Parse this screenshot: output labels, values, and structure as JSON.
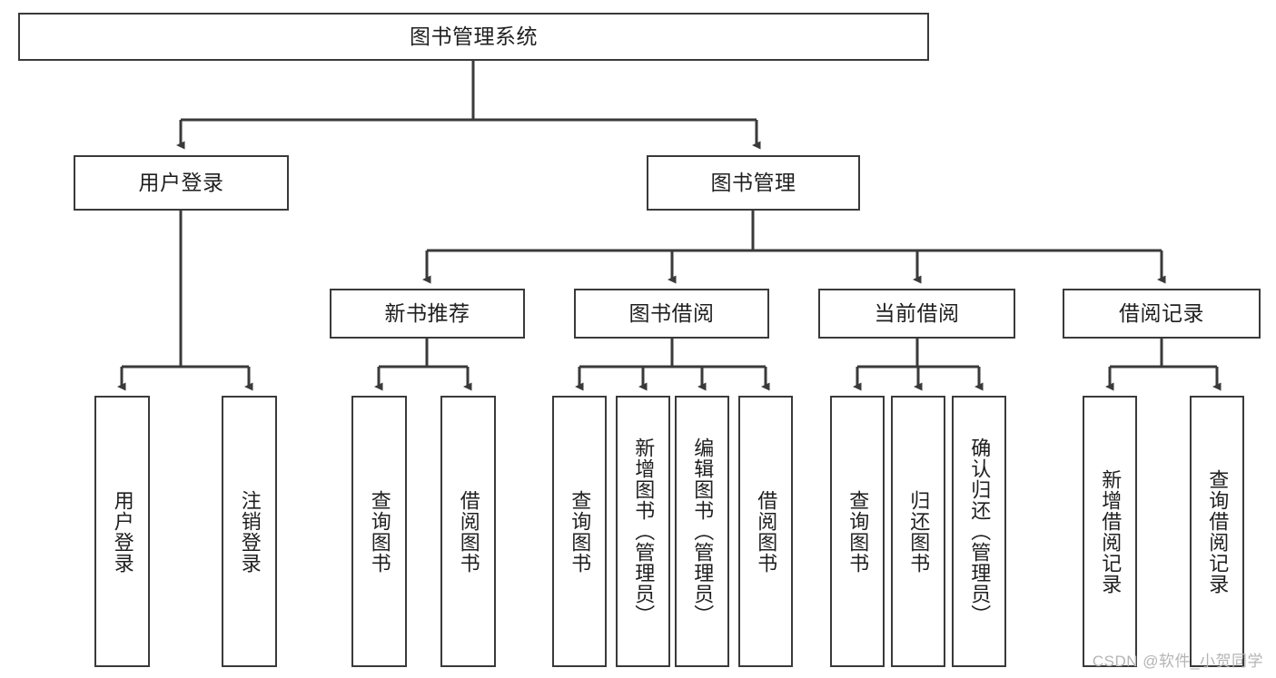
{
  "diagram": {
    "title": "图书管理系统",
    "type": "tree-hierarchy",
    "line_color": "#3a3a3a",
    "box_fill": "#ffffff",
    "text_color": "#1f1f1f"
  },
  "nodes": {
    "root": {
      "label": "图书管理系统"
    },
    "level2": [
      {
        "label": "用户登录"
      },
      {
        "label": "图书管理"
      }
    ],
    "level3": [
      {
        "label": "新书推荐"
      },
      {
        "label": "图书借阅"
      },
      {
        "label": "当前借阅"
      },
      {
        "label": "借阅记录"
      }
    ],
    "leaves": {
      "user_login": [
        {
          "label": "用户登录"
        },
        {
          "label": "注销登录"
        }
      ],
      "new_book_recommend": [
        {
          "label": "查询图书"
        },
        {
          "label": "借阅图书"
        }
      ],
      "book_borrow": [
        {
          "label": "查询图书"
        },
        {
          "label": "新增图书（管理员）"
        },
        {
          "label": "编辑图书（管理员）"
        },
        {
          "label": "借阅图书"
        }
      ],
      "current_borrow": [
        {
          "label": "查询图书"
        },
        {
          "label": "归还图书"
        },
        {
          "label": "确认归还（管理员）"
        }
      ],
      "borrow_record": [
        {
          "label": "新增借阅记录"
        },
        {
          "label": "查询借阅记录"
        }
      ]
    }
  },
  "watermark": {
    "text": "CSDN @软件_小贺同学"
  }
}
